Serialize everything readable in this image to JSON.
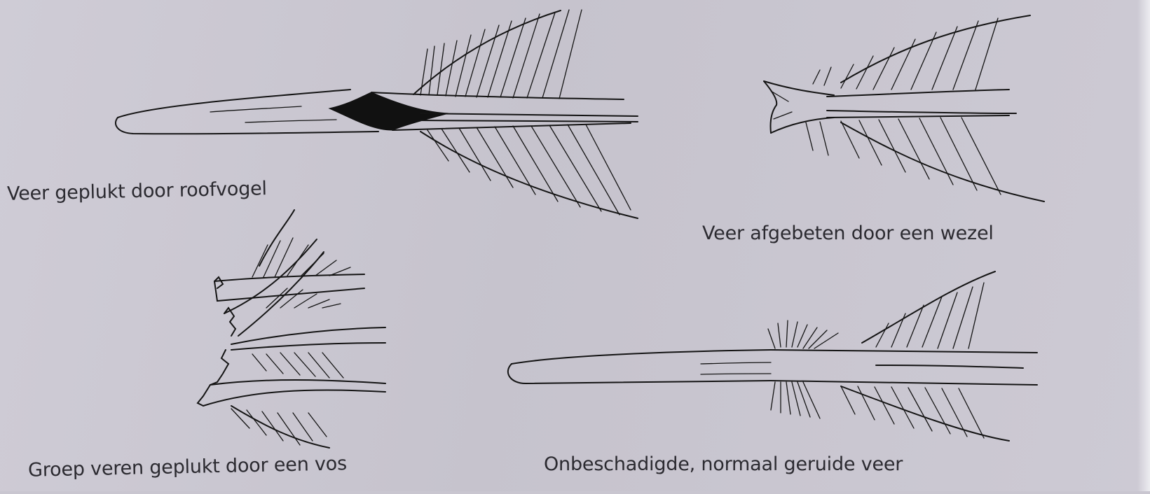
{
  "captions": {
    "raptor": "Veer geplukt door roofvogel",
    "weasel": "Veer afgebeten door een wezel",
    "fox": "Groep veren geplukt door een vos",
    "normal": "Onbeschadigde, normaal geruide veer"
  },
  "colors": {
    "paper": "#c9c6d0",
    "ink": "#141414",
    "text": "#2b2a30"
  }
}
